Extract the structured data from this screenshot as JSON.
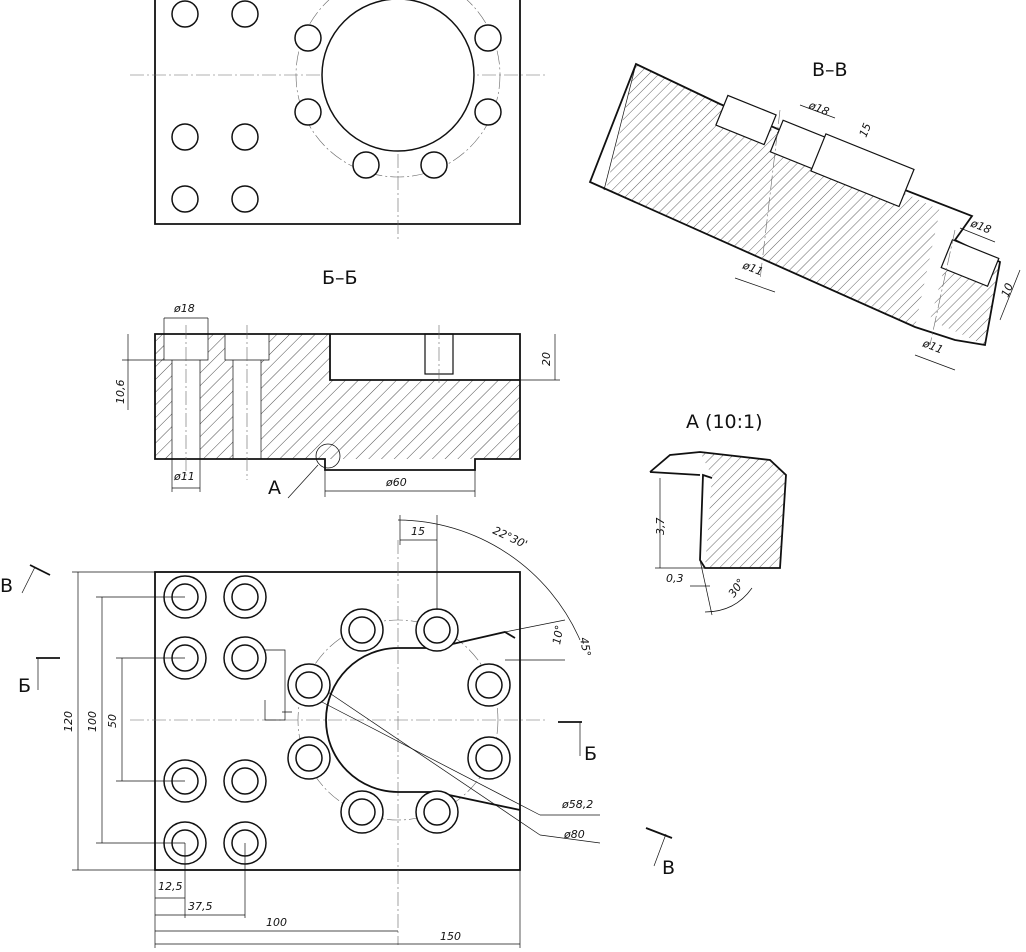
{
  "sections": {
    "vv_title": "В–В",
    "bb_title": "Б–Б",
    "detail_title": "А (10:1)",
    "label_a": "А"
  },
  "cut_marks": {
    "b_top_left": "Б",
    "b_right": "Б",
    "v_top_left": "В",
    "v_bottom_right": "В"
  },
  "dimensions": {
    "bb": {
      "d18": "ø18",
      "d11": "ø11",
      "d60": "ø60",
      "h10_6": "10,6",
      "h20": "20"
    },
    "vv": {
      "d18a": "ø18",
      "d18b": "ø18",
      "d11a": "ø11",
      "d11b": "ø11",
      "h15": "15",
      "h10": "10"
    },
    "detail": {
      "h3_7": "3,7",
      "w0_3": "0,3",
      "ang30": "30°"
    },
    "plan": {
      "w15": "15",
      "ang22": "22°30'",
      "ang10": "10°",
      "ang45": "45°",
      "h120": "120",
      "h100": "100",
      "h50": "50",
      "w12_5": "12,5",
      "w37_5": "37,5",
      "w100": "100",
      "w150": "150",
      "d58_2": "ø58,2",
      "d80": "ø80"
    }
  }
}
